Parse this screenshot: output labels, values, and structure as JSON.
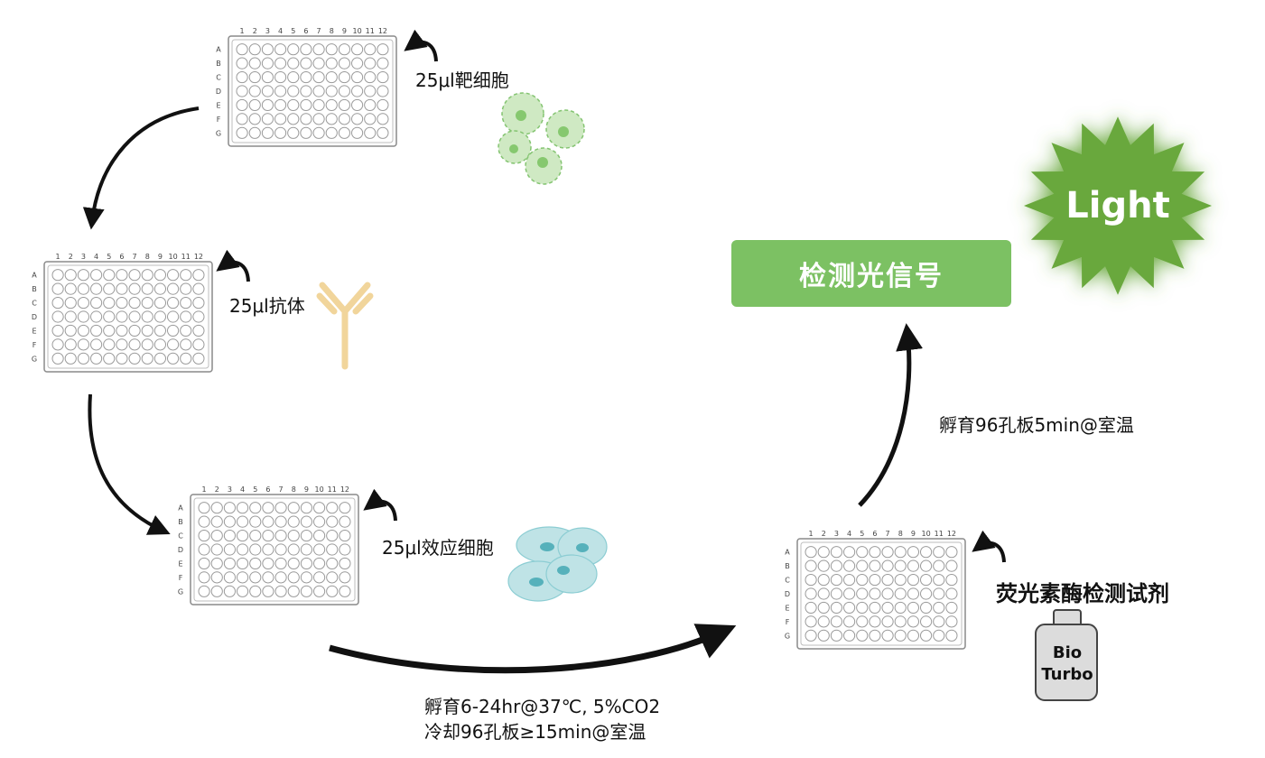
{
  "plates": {
    "cols": [
      "1",
      "2",
      "3",
      "4",
      "5",
      "6",
      "7",
      "8",
      "9",
      "10",
      "11",
      "12"
    ],
    "rows": [
      "A",
      "B",
      "C",
      "D",
      "E",
      "F",
      "G"
    ]
  },
  "steps": {
    "target_cells": "25μl靶细胞",
    "antibody": "25μl抗体",
    "effector_cells": "25μl效应细胞",
    "reagent": "荧光素酶检测试剂"
  },
  "incubation": {
    "line1": "孵育6-24hr@37℃, 5%CO2",
    "line2": "冷却96孔板≥15min@室温"
  },
  "incubation2": "孵育96孔板5min@室温",
  "detect_button": "检测光信号",
  "light_label": "Light",
  "bottle": {
    "line1": "Bio",
    "line2": "Turbo"
  },
  "colors": {
    "green": "#7cc163",
    "light_burst": "#69a83c",
    "target_cell": "#cfe9c3",
    "effector_cell": "#bfe3e6",
    "antibody": "#f1d59b",
    "bottle": "#dcdcdc"
  }
}
